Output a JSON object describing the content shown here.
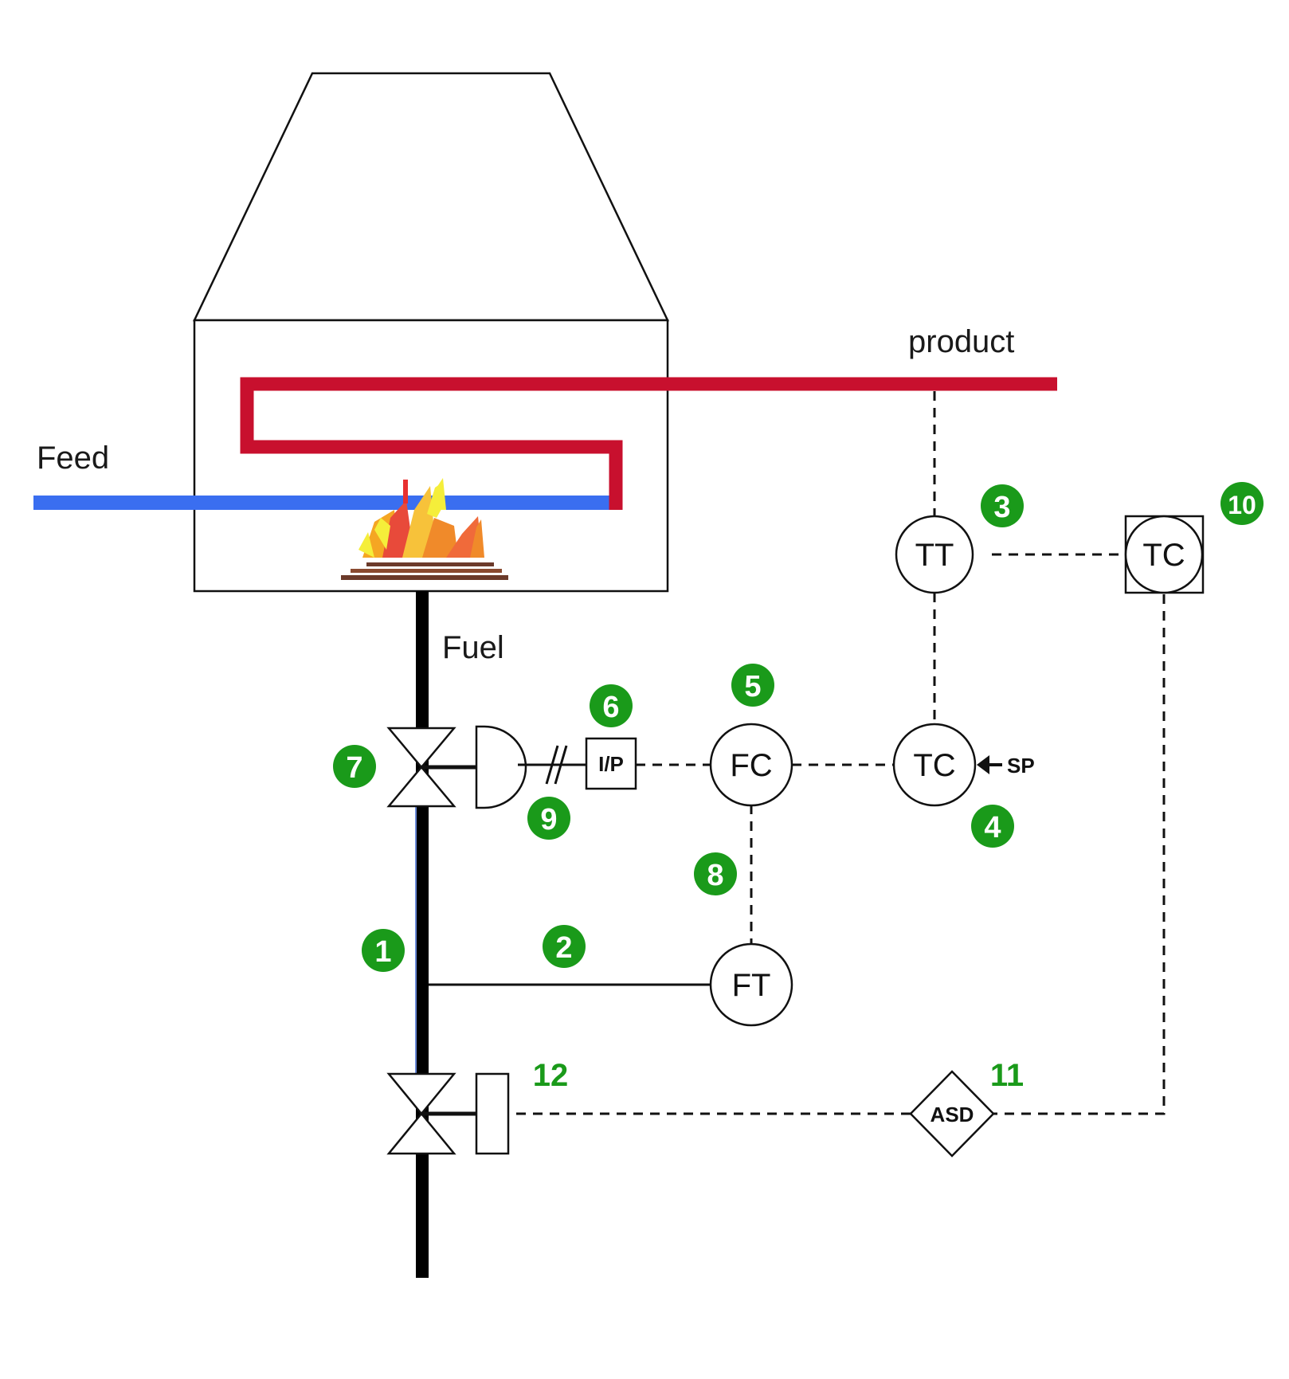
{
  "labels": {
    "product": "product",
    "feed": "Feed",
    "fuel": "Fuel",
    "sp": "SP"
  },
  "instruments": {
    "tt": "TT",
    "tc_main": "TC",
    "tc_safety": "TC",
    "fc": "FC",
    "ft": "FT",
    "ip": "I/P",
    "asd": "ASD"
  },
  "markers": {
    "m1": "1",
    "m2": "2",
    "m3": "3",
    "m4": "4",
    "m5": "5",
    "m6": "6",
    "m7": "7",
    "m8": "8",
    "m9": "9",
    "m10": "10",
    "m11": "11",
    "m12": "12"
  },
  "colors": {
    "product_line": "#c8102e",
    "feed_line": "#3a6ef0",
    "fuel_line": "#000000",
    "marker_green": "#1a9a1a"
  }
}
